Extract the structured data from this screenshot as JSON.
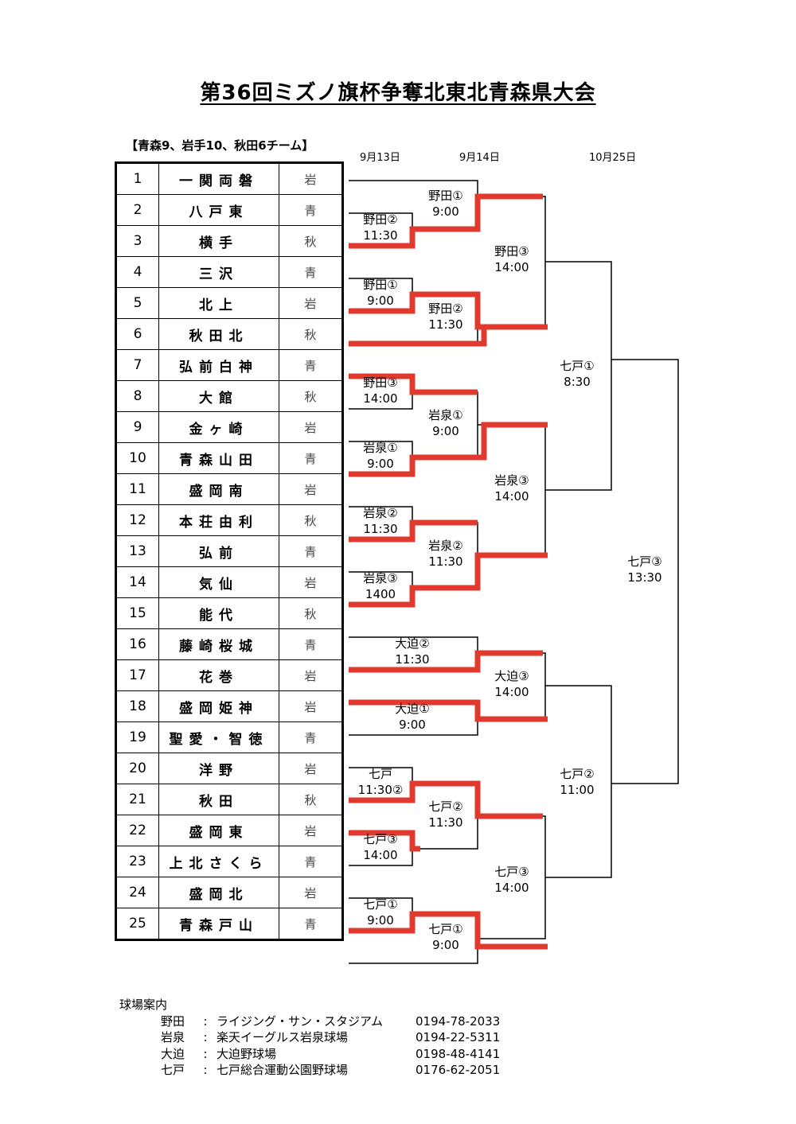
{
  "title": "第36回ミズノ旗杯争奪北東北青森県大会",
  "subtitle": "【青森9、岩手10、秋田6チーム】",
  "dates": [
    "9月13日",
    "9月14日",
    "10月25日"
  ],
  "teams": [
    {
      "no": "1",
      "name": "一関両磐",
      "pref": "岩"
    },
    {
      "no": "2",
      "name": "八戸東",
      "pref": "青"
    },
    {
      "no": "3",
      "name": "横手",
      "pref": "秋"
    },
    {
      "no": "4",
      "name": "三沢",
      "pref": "青"
    },
    {
      "no": "5",
      "name": "北上",
      "pref": "岩"
    },
    {
      "no": "6",
      "name": "秋田北",
      "pref": "秋"
    },
    {
      "no": "7",
      "name": "弘前白神",
      "pref": "青"
    },
    {
      "no": "8",
      "name": "大館",
      "pref": "秋"
    },
    {
      "no": "9",
      "name": "金ヶ崎",
      "pref": "岩"
    },
    {
      "no": "10",
      "name": "青森山田",
      "pref": "青"
    },
    {
      "no": "11",
      "name": "盛岡南",
      "pref": "岩"
    },
    {
      "no": "12",
      "name": "本荘由利",
      "pref": "秋"
    },
    {
      "no": "13",
      "name": "弘前",
      "pref": "青"
    },
    {
      "no": "14",
      "name": "気仙",
      "pref": "岩"
    },
    {
      "no": "15",
      "name": "能代",
      "pref": "秋"
    },
    {
      "no": "16",
      "name": "藤崎桜城",
      "pref": "青"
    },
    {
      "no": "17",
      "name": "花巻",
      "pref": "岩"
    },
    {
      "no": "18",
      "name": "盛岡姫神",
      "pref": "岩"
    },
    {
      "no": "19",
      "name": "聖愛・智徳",
      "pref": "青"
    },
    {
      "no": "20",
      "name": "洋野",
      "pref": "岩"
    },
    {
      "no": "21",
      "name": "秋田",
      "pref": "秋"
    },
    {
      "no": "22",
      "name": "盛岡東",
      "pref": "岩"
    },
    {
      "no": "23",
      "name": "上北さくら",
      "pref": "青"
    },
    {
      "no": "24",
      "name": "盛岡北",
      "pref": "岩"
    },
    {
      "no": "25",
      "name": "青森戸山",
      "pref": "青"
    }
  ],
  "games": [
    {
      "venue": "野田②",
      "time": "11:30"
    },
    {
      "venue": "野田①",
      "time": "9:00"
    },
    {
      "venue": "野田③",
      "time": "14:00"
    },
    {
      "venue": "岩泉①",
      "time": "9:00"
    },
    {
      "venue": "岩泉②",
      "time": "11:30"
    },
    {
      "venue": "岩泉③",
      "time": "1400"
    },
    {
      "venue": "七戸",
      "time": "11:30②"
    },
    {
      "venue": "七戸③",
      "time": "14:00"
    },
    {
      "venue": "七戸①",
      "time": "9:00"
    },
    {
      "venue": "野田①",
      "time": "9:00"
    },
    {
      "venue": "野田②",
      "time": "11:30"
    },
    {
      "venue": "岩泉①",
      "time": "9:00"
    },
    {
      "venue": "岩泉②",
      "time": "11:30"
    },
    {
      "venue": "大迫②",
      "time": "11:30"
    },
    {
      "venue": "大迫①",
      "time": "9:00"
    },
    {
      "venue": "七戸②",
      "time": "11:30"
    },
    {
      "venue": "七戸①",
      "time": "9:00"
    },
    {
      "venue": "野田③",
      "time": "14:00"
    },
    {
      "venue": "岩泉③",
      "time": "14:00"
    },
    {
      "venue": "大迫③",
      "time": "14:00"
    },
    {
      "venue": "七戸③",
      "time": "14:00"
    },
    {
      "venue": "七戸①",
      "time": "8:30"
    },
    {
      "venue": "七戸②",
      "time": "11:00"
    },
    {
      "venue": "七戸③",
      "time": "13:30"
    }
  ],
  "venues_heading": "球場案内",
  "venues": [
    {
      "short": "野田",
      "sep": ":",
      "full": "ライジング・サン・スタジアム",
      "phone": "0194-78-2033"
    },
    {
      "short": "岩泉",
      "sep": ":",
      "full": "楽天イーグルス岩泉球場",
      "phone": "0194-22-5311"
    },
    {
      "short": "大迫",
      "sep": ":",
      "full": "大迫野球場",
      "phone": "0198-48-4141"
    },
    {
      "short": "七戸",
      "sep": ":",
      "full": "七戸総合運動公園野球場",
      "phone": "0176-62-2051"
    }
  ],
  "colors": {
    "line": "#000000",
    "winner": "#e03a2f"
  }
}
